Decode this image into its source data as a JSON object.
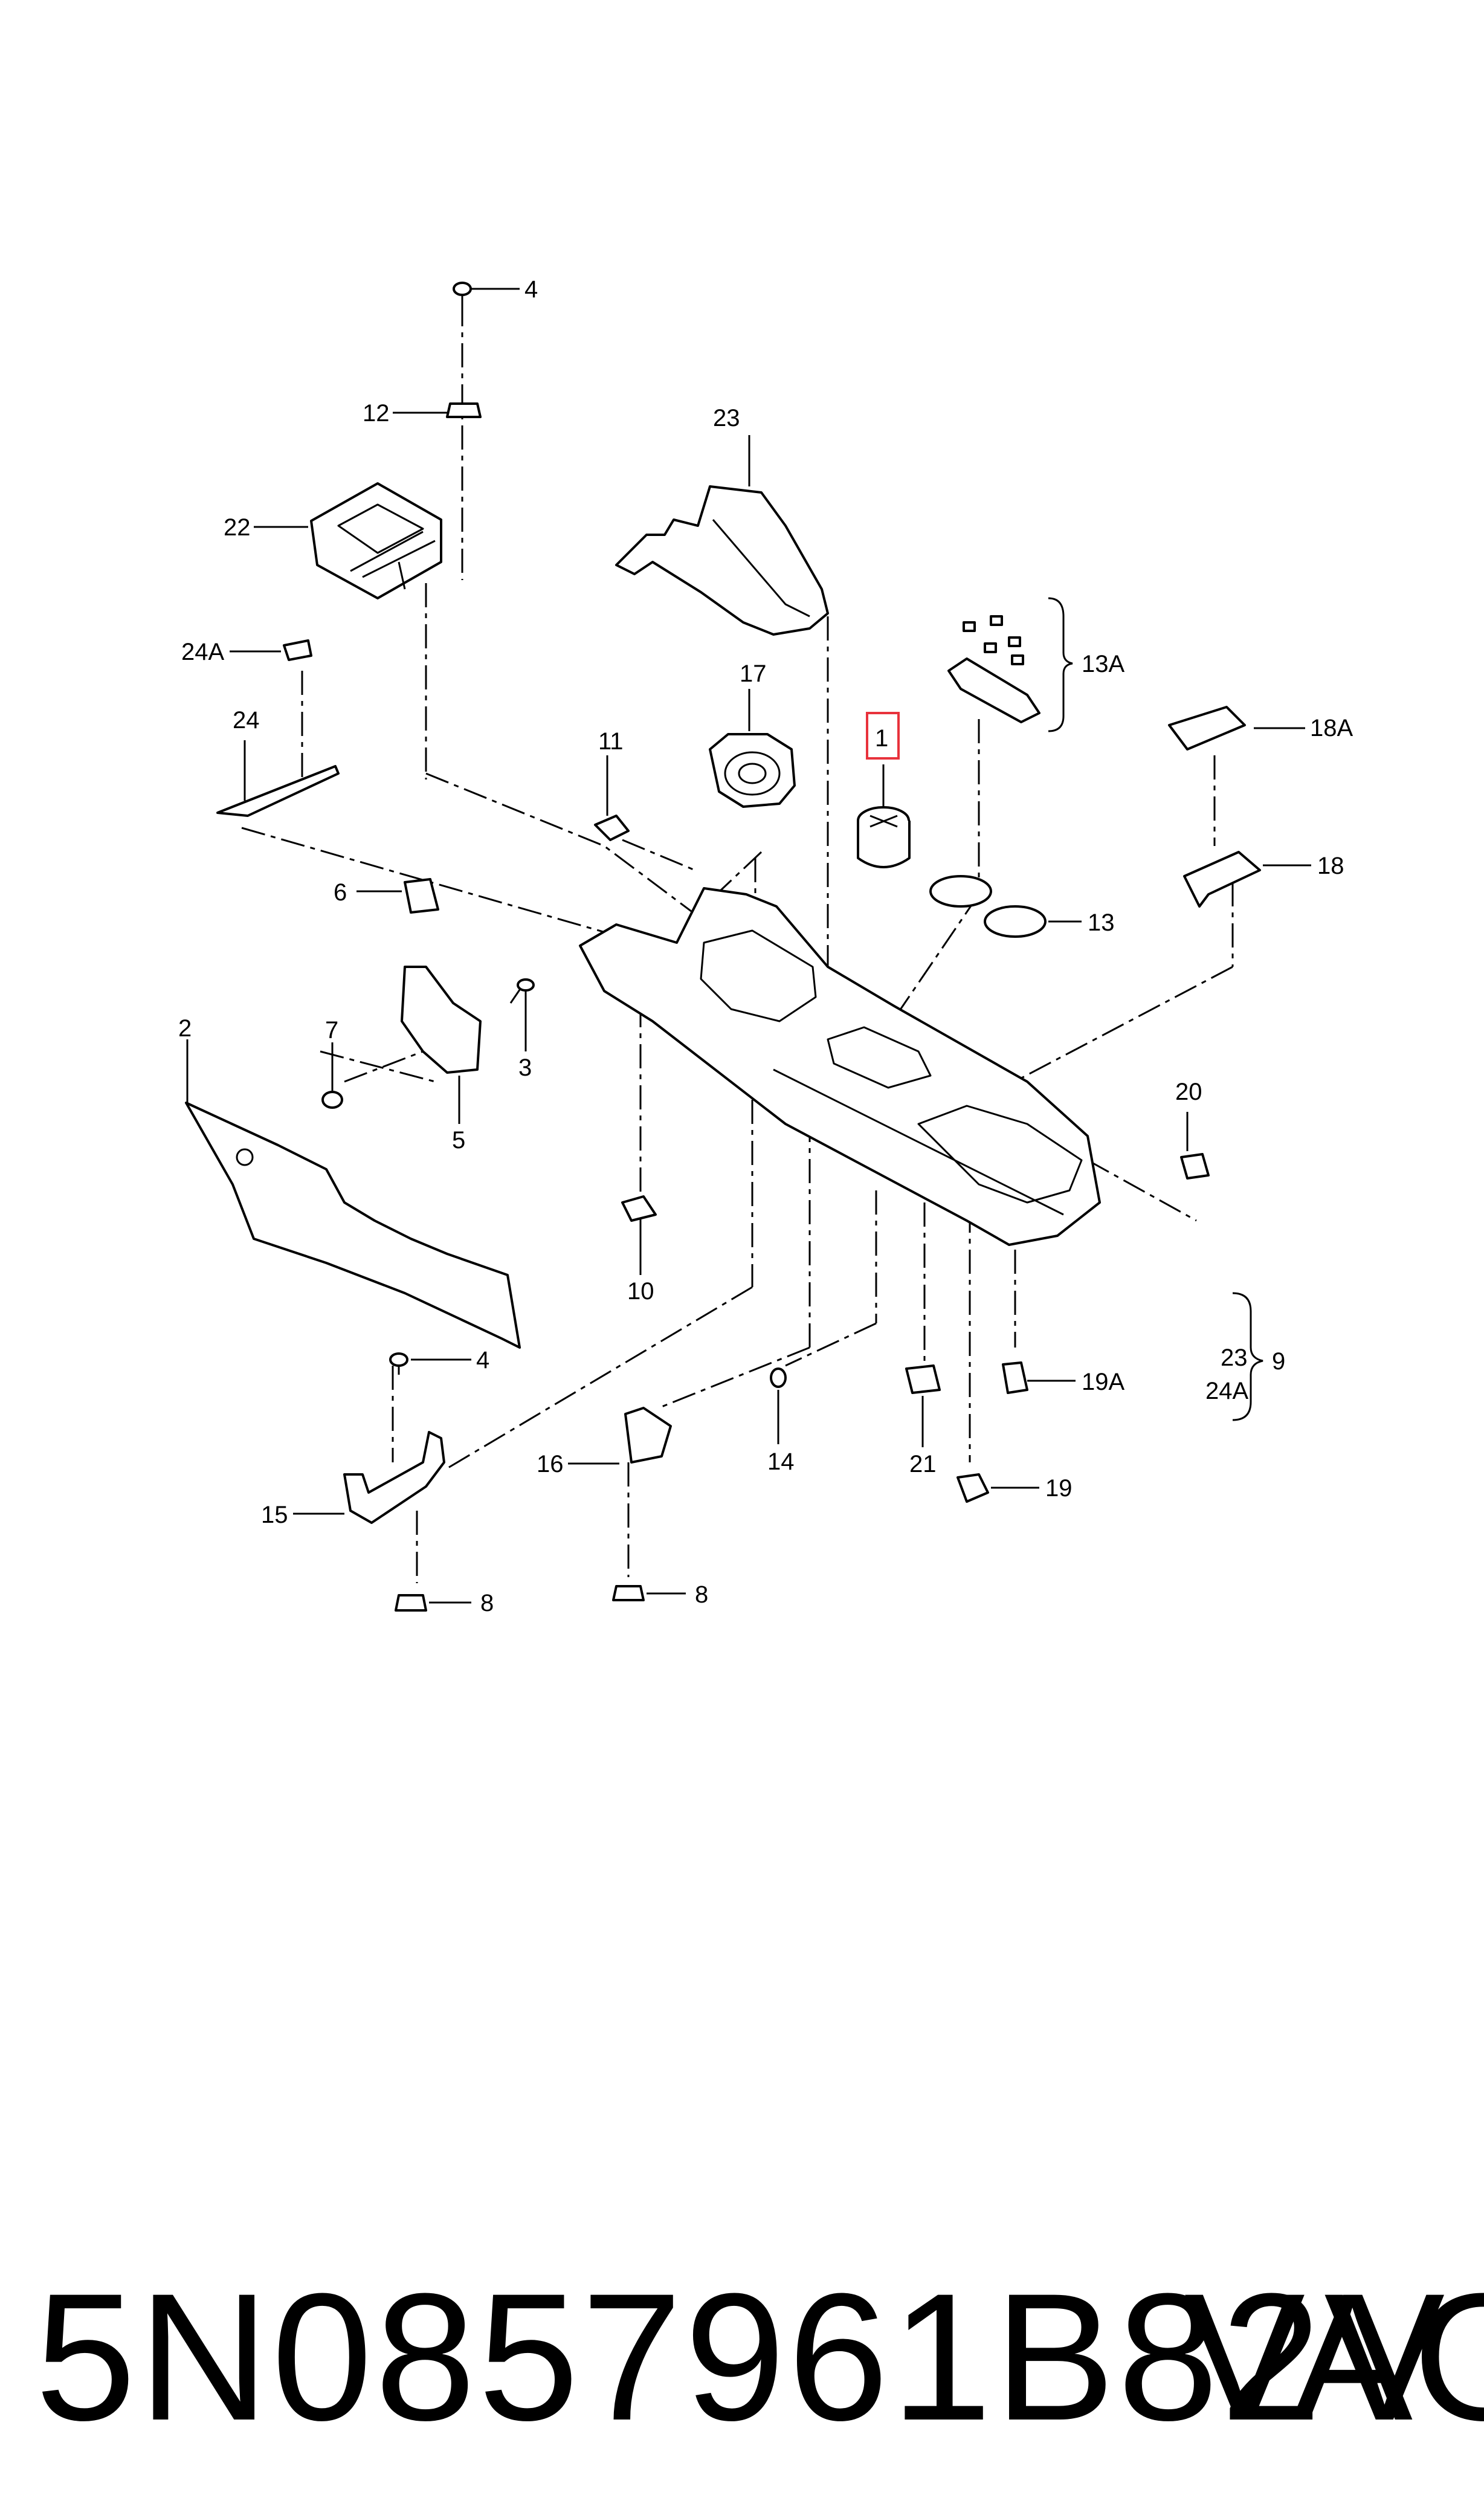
{
  "diagram": {
    "callouts": [
      {
        "id": "c1",
        "label": "1",
        "highlighted": true
      },
      {
        "id": "c2",
        "label": "2"
      },
      {
        "id": "c3",
        "label": "3"
      },
      {
        "id": "c4a",
        "label": "4"
      },
      {
        "id": "c4b",
        "label": "4"
      },
      {
        "id": "c5",
        "label": "5"
      },
      {
        "id": "c6",
        "label": "6"
      },
      {
        "id": "c7",
        "label": "7"
      },
      {
        "id": "c8a",
        "label": "8"
      },
      {
        "id": "c8b",
        "label": "8"
      },
      {
        "id": "c9",
        "label": "9"
      },
      {
        "id": "c10",
        "label": "10"
      },
      {
        "id": "c11",
        "label": "11"
      },
      {
        "id": "c12",
        "label": "12"
      },
      {
        "id": "c13",
        "label": "13"
      },
      {
        "id": "c13a",
        "label": "13A"
      },
      {
        "id": "c14",
        "label": "14"
      },
      {
        "id": "c15",
        "label": "15"
      },
      {
        "id": "c16",
        "label": "16"
      },
      {
        "id": "c17",
        "label": "17"
      },
      {
        "id": "c18",
        "label": "18"
      },
      {
        "id": "c18a",
        "label": "18A"
      },
      {
        "id": "c19",
        "label": "19"
      },
      {
        "id": "c19a",
        "label": "19A"
      },
      {
        "id": "c20",
        "label": "20"
      },
      {
        "id": "c21",
        "label": "21"
      },
      {
        "id": "c22",
        "label": "22"
      },
      {
        "id": "c23a",
        "label": "23"
      },
      {
        "id": "c23b",
        "label": "23"
      },
      {
        "id": "c24",
        "label": "24"
      },
      {
        "id": "c24a1",
        "label": "24A"
      },
      {
        "id": "c24a2",
        "label": "24A"
      }
    ],
    "highlight_color": "#e8323c"
  },
  "footer": {
    "part_number": "5N0857961B82V",
    "brand": "VAG"
  }
}
